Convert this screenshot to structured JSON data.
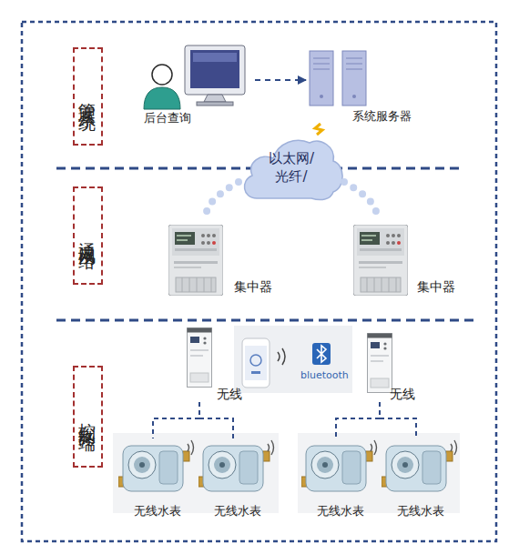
{
  "diagram": {
    "nodes": [
      {
        "text": [
          "管理系统"
        ]
      },
      {
        "text": [
          "后台查询"
        ]
      },
      {
        "text": [
          "系统服务器"
        ]
      },
      {
        "text": [
          "以太网/ 光纤/"
        ]
      },
      {
        "text": [
          "通讯网络"
        ]
      },
      {
        "text": [
          "集中器"
        ]
      },
      {
        "text": [
          "集中器"
        ]
      },
      {
        "text": [
          "控制终端"
        ]
      },
      {
        "text": [
          "无线"
        ]
      },
      {
        "text": [
          "bluetooth"
        ]
      },
      {
        "text": [
          "无线"
        ]
      },
      {
        "text": [
          "无线水表"
        ]
      },
      {
        "text": [
          "无线水表"
        ]
      },
      {
        "text": [
          "无线水表"
        ]
      },
      {
        "text": [
          "无线水表"
        ]
      }
    ],
    "edges": [
      {
        "from": 1,
        "to": 2,
        "arrow": "to"
      },
      {
        "from": 2,
        "to": 3,
        "arrow": "none"
      },
      {
        "from": 3,
        "to": 5,
        "arrow": "none"
      },
      {
        "from": 3,
        "to": 6,
        "arrow": "none"
      },
      {
        "from": 8,
        "to": 11,
        "arrow": "none"
      },
      {
        "from": 8,
        "to": 12,
        "arrow": "none"
      },
      {
        "from": 10,
        "to": 13,
        "arrow": "none"
      },
      {
        "from": 10,
        "to": 14,
        "arrow": "none"
      }
    ]
  }
}
